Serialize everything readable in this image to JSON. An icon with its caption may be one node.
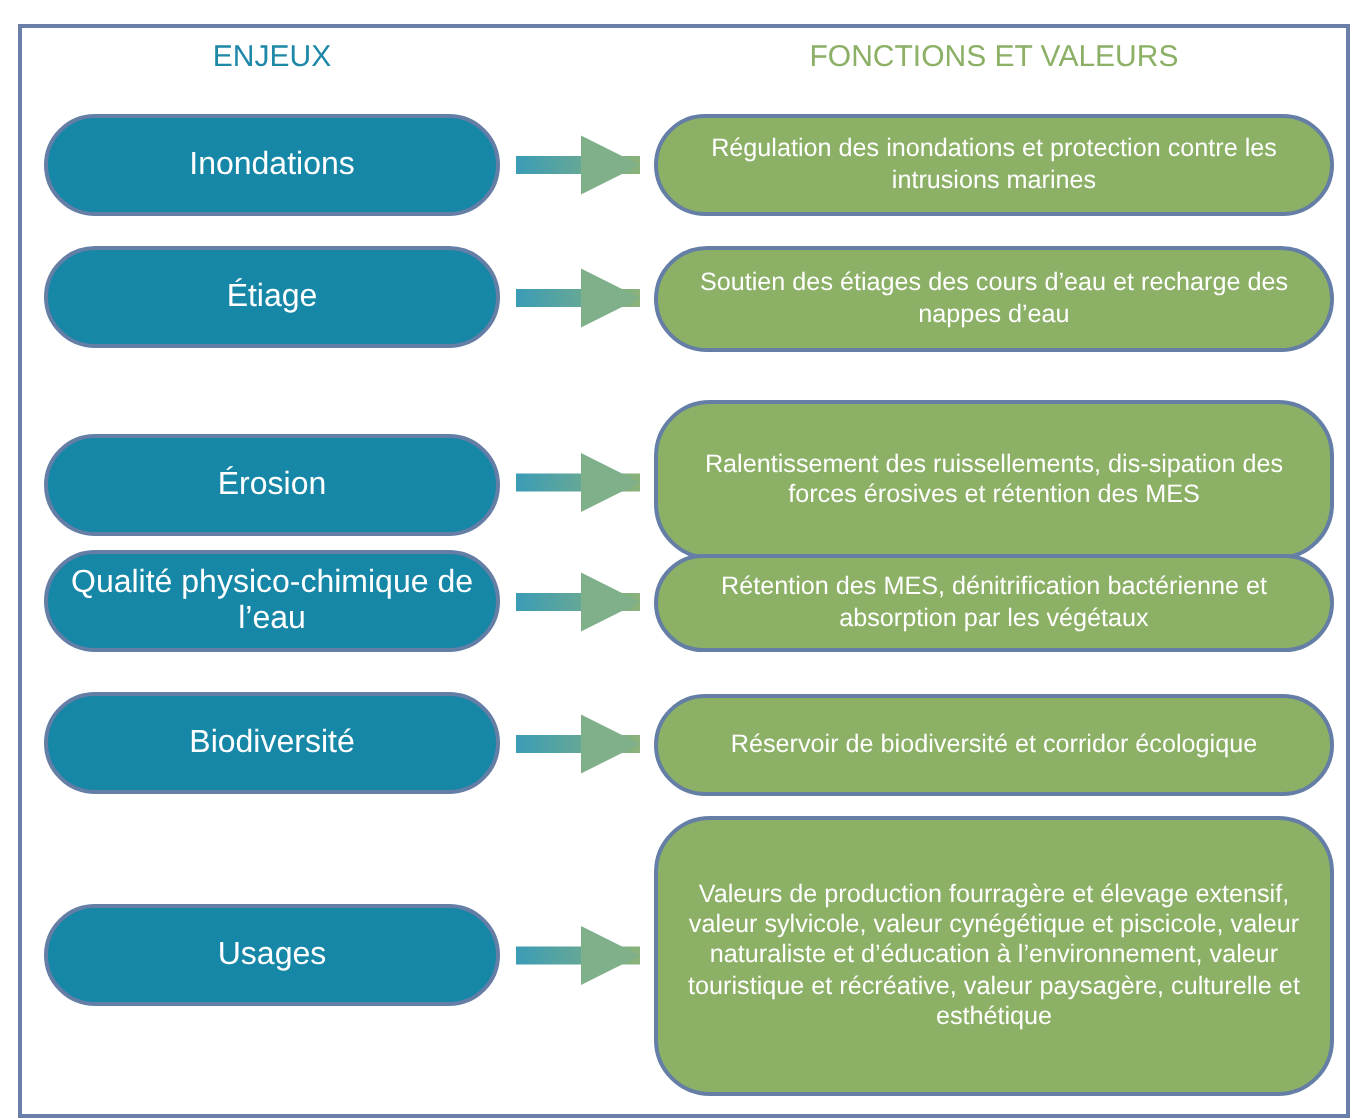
{
  "diagram": {
    "nodes": [
      {
        "text": [
          "Inondations"
        ]
      },
      {
        "text": [
          "Régulation des inondations et protection contre les intrusions marines"
        ]
      },
      {
        "text": [
          "Étiage"
        ]
      },
      {
        "text": [
          "Soutien des étiages des cours d’eau et recharge des nappes d’eau"
        ]
      },
      {
        "text": [
          "Érosion"
        ]
      },
      {
        "text": [
          "Ralentissement des ruissellements, dis-sipation des forces érosives et rétention des MES"
        ]
      },
      {
        "text": [
          "Qualité physico-chimique de l’eau"
        ]
      },
      {
        "text": [
          "Rétention des MES, dénitrification bactérienne et absorption par les végétaux"
        ]
      },
      {
        "text": [
          "Biodiversité"
        ]
      },
      {
        "text": [
          "Réservoir de biodiversité et corridor écologique"
        ]
      },
      {
        "text": [
          "Usages"
        ]
      },
      {
        "text": [
          "Valeurs de production fourragère et élevage extensif, valeur sylvicole, valeur cynégétique et piscicole, valeur naturaliste et d’éducation à l’environnement, valeur touristique et récréative, valeur paysagère, culturelle et esthétique"
        ]
      }
    ],
    "edges": [
      {
        "from": 0,
        "to": 1,
        "arrow": "to"
      },
      {
        "from": 2,
        "to": 3,
        "arrow": "to"
      },
      {
        "from": 4,
        "to": 5,
        "arrow": "to"
      },
      {
        "from": 6,
        "to": 7,
        "arrow": "to"
      },
      {
        "from": 8,
        "to": 9,
        "arrow": "to"
      },
      {
        "from": 10,
        "to": 11,
        "arrow": "to"
      }
    ],
    "labels": [
      "ENJEUX",
      "FONCTIONS ET VALEURS"
    ]
  }
}
